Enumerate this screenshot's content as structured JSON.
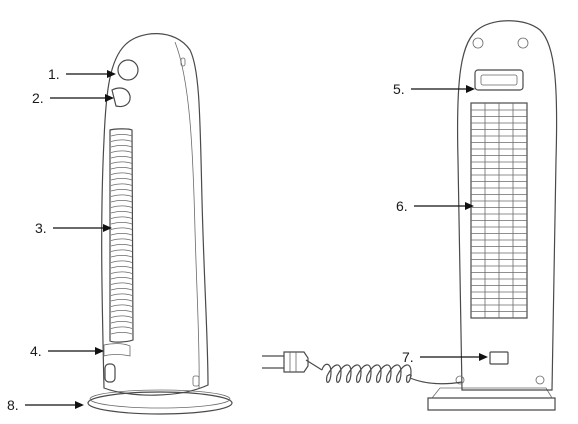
{
  "callouts": [
    {
      "id": "1",
      "label": "1."
    },
    {
      "id": "2",
      "label": "2."
    },
    {
      "id": "3",
      "label": "3."
    },
    {
      "id": "4",
      "label": "4."
    },
    {
      "id": "5",
      "label": "5."
    },
    {
      "id": "6",
      "label": "6."
    },
    {
      "id": "7",
      "label": "7."
    },
    {
      "id": "8",
      "label": "8."
    }
  ],
  "colors": {
    "line": "#4a4a4a",
    "grille": "#6a6a6a",
    "arrow": "#111111",
    "background": "#ffffff"
  }
}
